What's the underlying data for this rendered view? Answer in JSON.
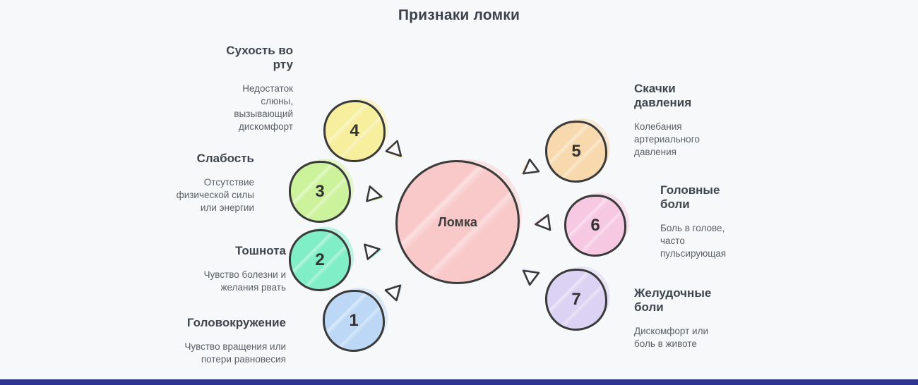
{
  "page": {
    "title": "Признаки ломки",
    "background": "#f7f8fa",
    "footer_bar_color": "#2c3390"
  },
  "diagram": {
    "center": {
      "label": "Ломка",
      "color": "#f9c8c8"
    },
    "nodes": [
      {
        "number": "1",
        "label": "Головокружение",
        "description": "Чувство вращения или потери равновесия",
        "color": "#bdd8f6"
      },
      {
        "number": "2",
        "label": "Тошнота",
        "description": "Чувство болезни и желания рвать",
        "color": "#80eec6"
      },
      {
        "number": "3",
        "label": "Слабость",
        "description": "Отсутствие физической силы или энергии",
        "color": "#cdf29c"
      },
      {
        "number": "4",
        "label": "Сухость во рту",
        "description": "Недостаток слюны, вызывающий дискомфорт",
        "color": "#f7ee9e"
      },
      {
        "number": "5",
        "label": "Скачки давления",
        "description": "Колебания артериального давления",
        "color": "#f8d8ad"
      },
      {
        "number": "6",
        "label": "Головные боли",
        "description": "Боль в голове, часто пульсирующая",
        "color": "#f6c8e2"
      },
      {
        "number": "7",
        "label": "Желудочные боли",
        "description": "Дискомфорт или боль в животе",
        "color": "#dcd2f4"
      }
    ]
  }
}
